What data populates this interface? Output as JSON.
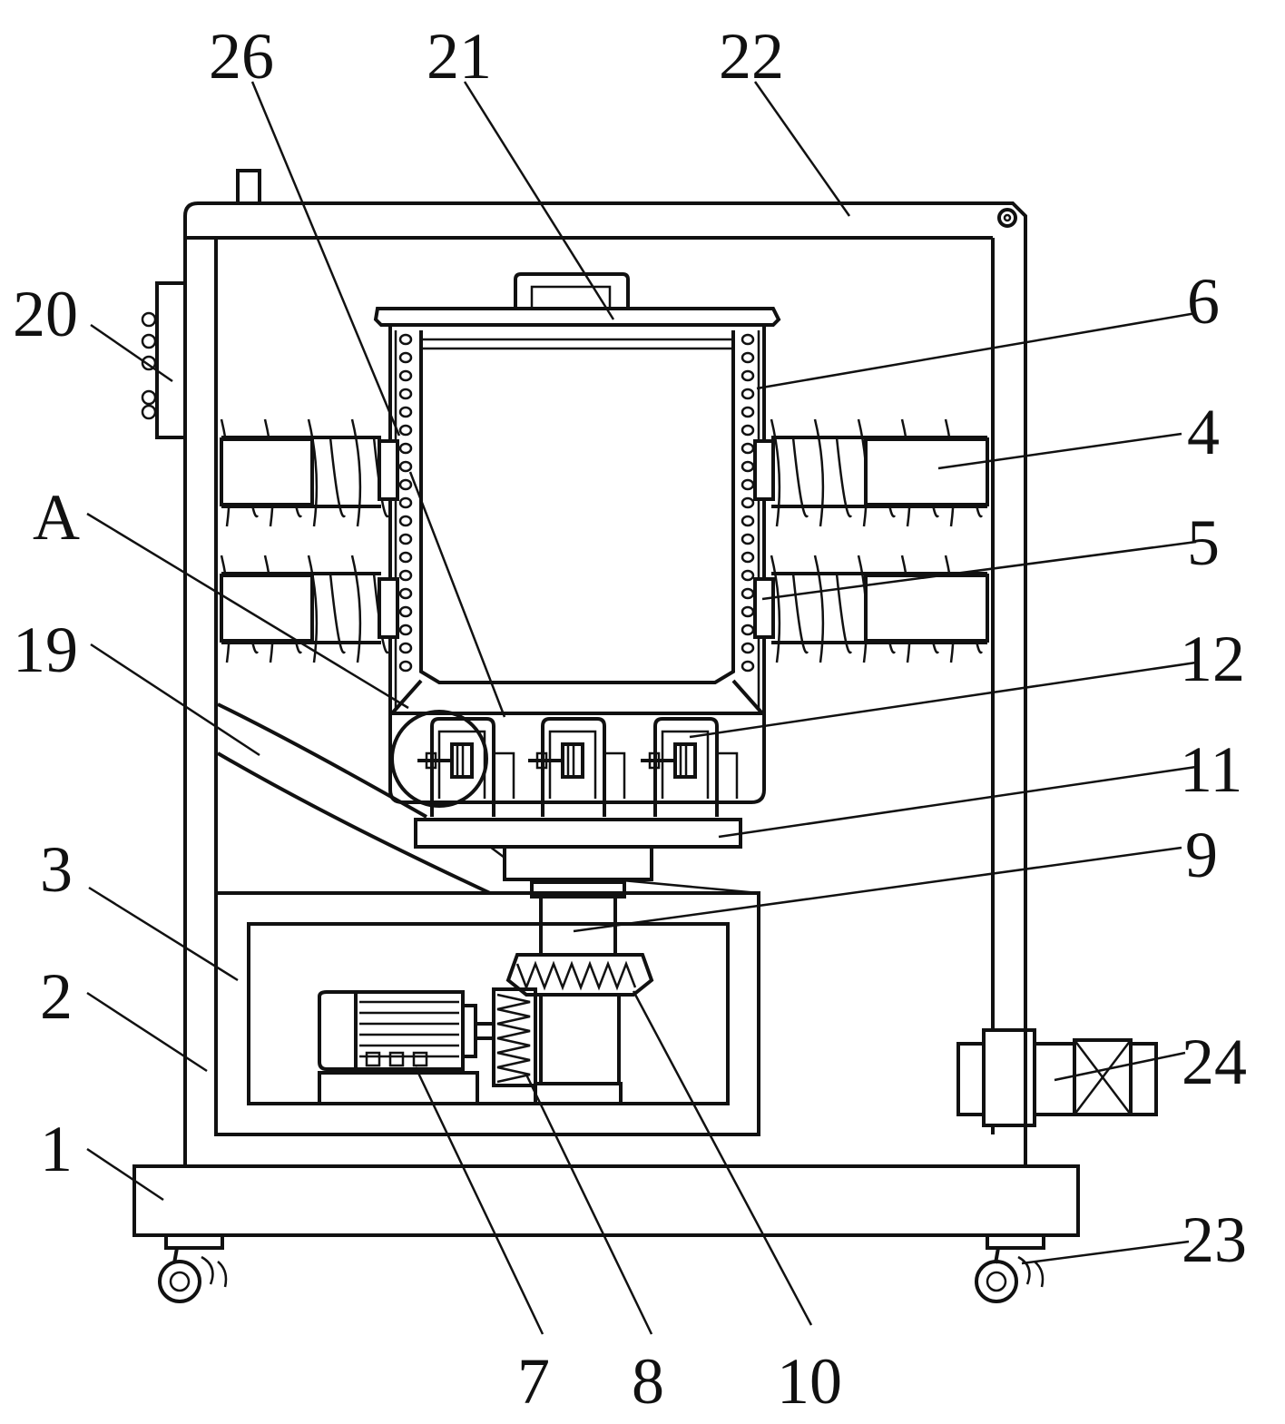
{
  "labels": [
    {
      "id": "26",
      "text": "26"
    },
    {
      "id": "21",
      "text": "21"
    },
    {
      "id": "22",
      "text": "22"
    },
    {
      "id": "20",
      "text": "20"
    },
    {
      "id": "6",
      "text": "6"
    },
    {
      "id": "4",
      "text": "4"
    },
    {
      "id": "A",
      "text": "A"
    },
    {
      "id": "5",
      "text": "5"
    },
    {
      "id": "19",
      "text": "19"
    },
    {
      "id": "12",
      "text": "12"
    },
    {
      "id": "11",
      "text": "11"
    },
    {
      "id": "3",
      "text": "3"
    },
    {
      "id": "9",
      "text": "9"
    },
    {
      "id": "2",
      "text": "2"
    },
    {
      "id": "24",
      "text": "24"
    },
    {
      "id": "1",
      "text": "1"
    },
    {
      "id": "23",
      "text": "23"
    },
    {
      "id": "7",
      "text": "7"
    },
    {
      "id": "8",
      "text": "8"
    },
    {
      "id": "10",
      "text": "10"
    }
  ]
}
